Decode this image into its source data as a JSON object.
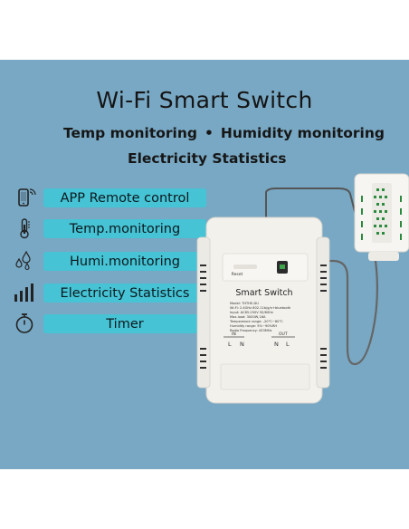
{
  "header": {
    "title": "Wi-Fi Smart Switch",
    "feature_line_1_a": "Temp monitoring",
    "feature_line_1_b": "Humidity monitoring",
    "feature_line_2": "Electricity Statistics"
  },
  "features": [
    {
      "label": "APP Remote control",
      "icon": "phone-icon"
    },
    {
      "label": "Temp.monitoring",
      "icon": "thermometer-icon"
    },
    {
      "label": "Humi.monitoring",
      "icon": "water-drops-icon"
    },
    {
      "label": "Electricity Statistics",
      "icon": "bar-signal-icon"
    },
    {
      "label": "Timer",
      "icon": "stopwatch-icon"
    }
  ],
  "device": {
    "reset_label": "Reset",
    "name": "Smart Switch",
    "specs": [
      "Model: THTHE-DU",
      "Wi-Fi: 2.4GHz 802.11b/g/n+bluetooth",
      "Input: AC85-250V 50/60Hz",
      "Max.load: 3000W,16A",
      "Temperature range: -20°C~80°C",
      "Humidity range: 5%~90%RH",
      "Radio Frequency: 433MHz"
    ],
    "in_label": "IN",
    "out_label": "OUT",
    "terminals": [
      "L",
      "N",
      "N",
      "L"
    ]
  },
  "colors": {
    "background": "#78a8c4",
    "pill": "#46c3d4",
    "device_body": "#f2f1ec"
  }
}
